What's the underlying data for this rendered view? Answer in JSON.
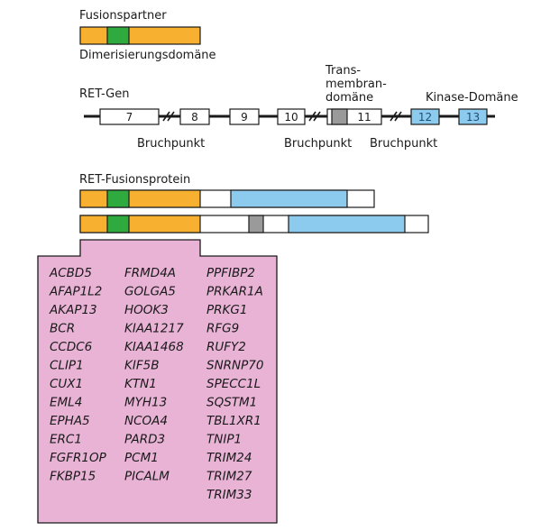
{
  "labels": {
    "fusion_partner": "Fusionspartner",
    "dimerization_domain": "Dimerisierungsdomäne",
    "ret_gene": "RET-Gen",
    "transmembrane_1": "Trans-",
    "transmembrane_2": "membran-",
    "transmembrane_3": "domäne",
    "kinase_domain": "Kinase-Domäne",
    "breakpoint_1": "Bruchpunkt",
    "breakpoint_2": "Bruchpunkt",
    "breakpoint_3": "Bruchpunkt",
    "ret_fusion_protein": "RET-Fusionsprotein"
  },
  "exons": [
    "7",
    "8",
    "9",
    "10",
    "11",
    "12",
    "13"
  ],
  "genes": {
    "col1": [
      "ACBD5",
      "AFAP1L2",
      "AKAP13",
      "BCR",
      "CCDC6",
      "CLIP1",
      "CUX1",
      "EML4",
      "EPHA5",
      "ERC1",
      "FGFR1OP",
      "FKBP15"
    ],
    "col2": [
      "FRMD4A",
      "GOLGA5",
      "HOOK3",
      "KIAA1217",
      "KIAA1468",
      "KIF5B",
      "KTN1",
      "MYH13",
      "NCOA4",
      "PARD3",
      "PCM1",
      "PICALM"
    ],
    "col3": [
      "PPFIBP2",
      "PRKAR1A",
      "PRKG1",
      "RFG9",
      "RUFY2",
      "SNRNP70",
      "SPECC1L",
      "SQSTM1",
      "TBL1XR1",
      "TNIP1",
      "TRIM24",
      "TRIM27",
      "TRIM33"
    ]
  },
  "colors": {
    "partner_orange": "#f7b02f",
    "dimer_green": "#2eaa3e",
    "kinase_blue": "#8ccbee",
    "transmembrane_gray": "#9a9a9a",
    "gene_box_pink": "#e9b3d6"
  }
}
